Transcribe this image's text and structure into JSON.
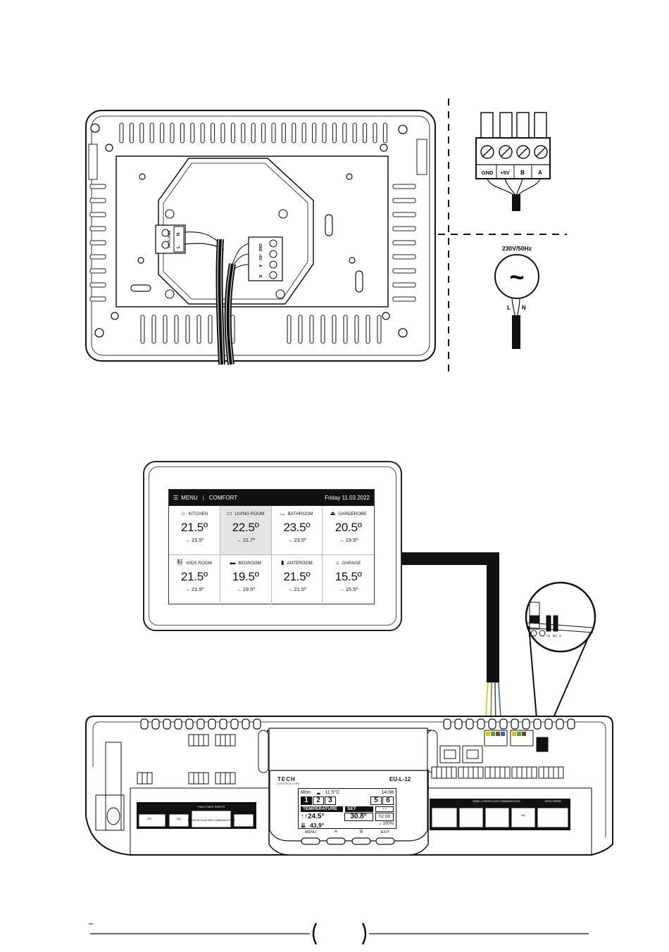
{
  "top_right_terminal": {
    "labels": [
      "GND",
      "+5V",
      "B",
      "A"
    ]
  },
  "power": {
    "voltage": "230V/50Hz",
    "symbol": "~",
    "l": "L",
    "n": "N"
  },
  "back_plate": {
    "power_terminal": {
      "labels": [
        "N",
        "L"
      ],
      "side_text": "ZASILANIE"
    },
    "bus_terminal": {
      "labels": [
        "GND",
        "+5V",
        "A",
        "B"
      ]
    }
  },
  "touch_screen": {
    "menu_label": "MENU",
    "mode_label": "COMFORT",
    "date": "Friday 11.03.2022",
    "rooms": [
      {
        "name": "KITCHEN",
        "icon": "kitchen-icon",
        "glyph": "♨",
        "temp": "21.5º",
        "set": "→ 21.5º",
        "active": false
      },
      {
        "name": "LIVING ROOM",
        "icon": "tv-icon",
        "glyph": "▭",
        "temp": "22.5º",
        "set": "→ 21.7º",
        "active": true
      },
      {
        "name": "BATHROOM",
        "icon": "bathtub-icon",
        "glyph": "⌴",
        "temp": "23.5º",
        "set": "→ 23.5º",
        "active": false
      },
      {
        "name": "GARDEROBE",
        "icon": "hanger-icon",
        "glyph": "⏏",
        "temp": "20.5º",
        "set": "→ 19.5º",
        "active": false
      },
      {
        "name": "KIDS ROOM",
        "icon": "kids-icon",
        "glyph": "👫",
        "temp": "21.5º",
        "set": "→ 21.5º",
        "active": false
      },
      {
        "name": "BEDROOM",
        "icon": "bed-icon",
        "glyph": "▬",
        "temp": "19.5º",
        "set": "→ 19.5º",
        "active": false
      },
      {
        "name": "ANTEROOM",
        "icon": "door-icon",
        "glyph": "▮",
        "temp": "21.5º",
        "set": "→ 21.5º",
        "active": false
      },
      {
        "name": "GARAGE",
        "icon": "garage-icon",
        "glyph": "⌂",
        "temp": "15.5º",
        "set": "→ 15.5º",
        "active": false
      }
    ]
  },
  "controller": {
    "brand": "TECH",
    "brand_sub": "CONTROLLERS",
    "model": "EU-L-12",
    "lcd": {
      "day": "Mon.",
      "outdoor": "11.5°C",
      "time": "14:08",
      "zones": [
        "1",
        "2",
        "3",
        "5",
        "6"
      ],
      "temperature_label": "TEMPERATURE",
      "set_label": "SET",
      "current_temp": "↑↑24.5°",
      "set_temp": "30.8°",
      "set_time": "02:08",
      "humidity": "43,9°",
      "percent": "100%"
    },
    "buttons": [
      "MENU",
      "^",
      "v",
      "EXIT"
    ],
    "zoom_labels": [
      "A1",
      "B1",
      "2"
    ],
    "block_labels": [
      "TWO-STATE INPUTS",
      "ROOM REGULATORS COMMUNICATION",
      "RS",
      "NA",
      "PANEL CONTROLLER COMMUNICATION",
      "OPEN THERM"
    ]
  }
}
